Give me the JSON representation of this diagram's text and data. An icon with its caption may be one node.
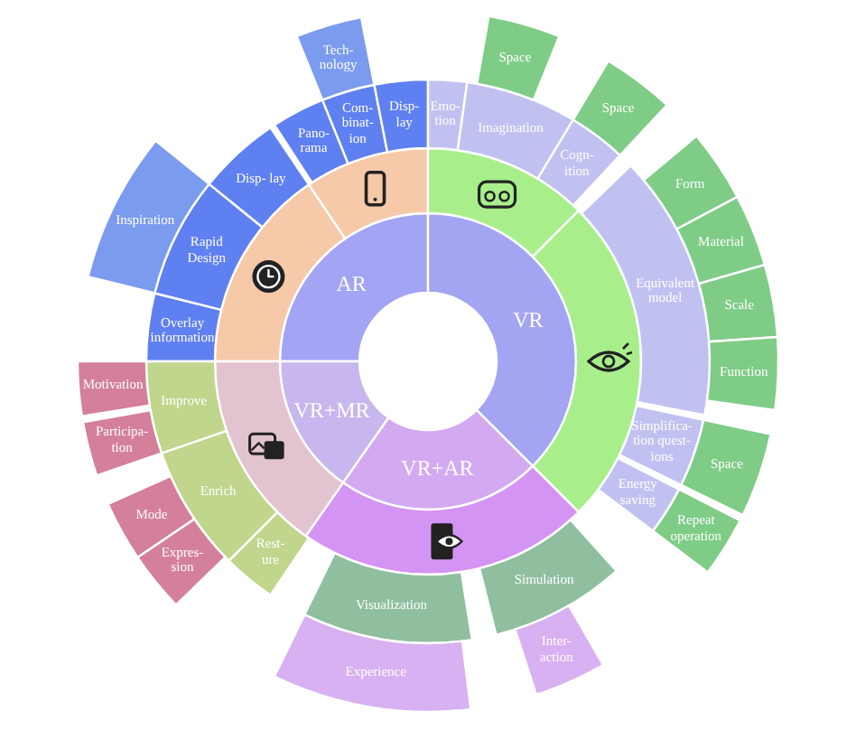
{
  "diagram": {
    "nodes": [
      {
        "text": [
          "AR"
        ]
      },
      {
        "text": [
          "VR"
        ]
      },
      {
        "text": [
          "VR+MR"
        ]
      },
      {
        "text": [
          "VR+AR"
        ]
      },
      {
        "text": [],
        "shape": "arc"
      },
      {
        "text": [],
        "shape": "arc"
      },
      {
        "text": [],
        "shape": "arc"
      },
      {
        "text": [],
        "shape": "arc"
      },
      {
        "text": [],
        "shape": "arc"
      },
      {
        "text": [],
        "shape": "arc"
      },
      {
        "text": [
          "Overlay information"
        ]
      },
      {
        "text": [
          "Rapid Design"
        ]
      },
      {
        "text": [
          "Disp- lay"
        ]
      },
      {
        "text": [
          "Inspiration"
        ]
      },
      {
        "text": [
          "Pano- rama"
        ]
      },
      {
        "text": [
          "Com- binat- ion"
        ]
      },
      {
        "text": [
          "Disp- lay"
        ]
      },
      {
        "text": [
          "Tech- nology"
        ]
      },
      {
        "text": [
          "Emo- tion"
        ]
      },
      {
        "text": [
          "Imagination"
        ]
      },
      {
        "text": [
          "Cogn- ition"
        ]
      },
      {
        "text": [
          "Space"
        ]
      },
      {
        "text": [
          "Space"
        ]
      },
      {
        "text": [
          "Equivalent model"
        ]
      },
      {
        "text": [
          "Form"
        ]
      },
      {
        "text": [
          "Material"
        ]
      },
      {
        "text": [
          "Scale"
        ]
      },
      {
        "text": [
          "Function"
        ]
      },
      {
        "text": [
          "Simplifica- tion quest- ions"
        ]
      },
      {
        "text": [
          "Space"
        ]
      },
      {
        "text": [
          "Energy saving"
        ]
      },
      {
        "text": [
          "Repeat operation"
        ]
      },
      {
        "text": [
          "Simulation"
        ]
      },
      {
        "text": [
          "Inter- action"
        ]
      },
      {
        "text": [
          "Visualization"
        ]
      },
      {
        "text": [
          "Experience"
        ]
      },
      {
        "text": [
          "Rest- ure"
        ]
      },
      {
        "text": [
          "Enrich"
        ]
      },
      {
        "text": [
          "Mode"
        ]
      },
      {
        "text": [
          "Expres- sion"
        ]
      },
      {
        "text": [
          "Improve"
        ]
      },
      {
        "text": [
          "Participa- tion"
        ]
      },
      {
        "text": [
          "Motivation"
        ]
      }
    ]
  }
}
